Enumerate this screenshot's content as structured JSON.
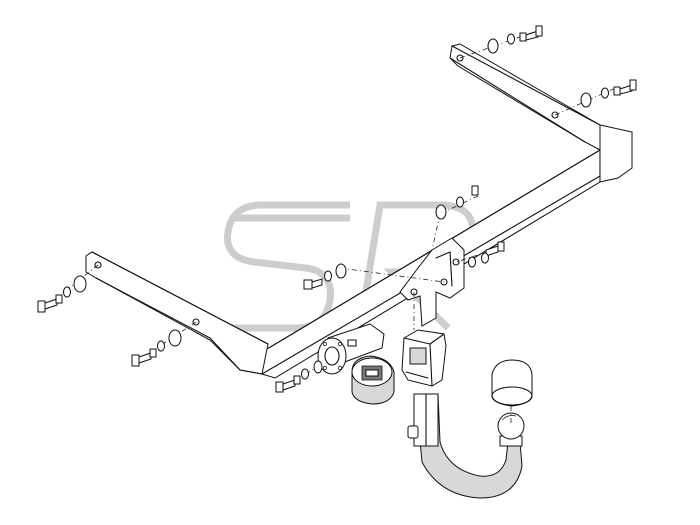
{
  "watermark": {
    "text": "SR",
    "stroke": "#c8c8c8"
  },
  "colors": {
    "line": "#111111",
    "fill": "#ffffff",
    "shade": "#d8d8d8"
  },
  "parts": [
    "towbar-crossbar",
    "left-bracket",
    "right-bracket",
    "centre-mount-plate",
    "socket-bracket",
    "electrical-socket",
    "ball-receiver",
    "detachable-towball",
    "ball-cover",
    "bolt-set"
  ]
}
